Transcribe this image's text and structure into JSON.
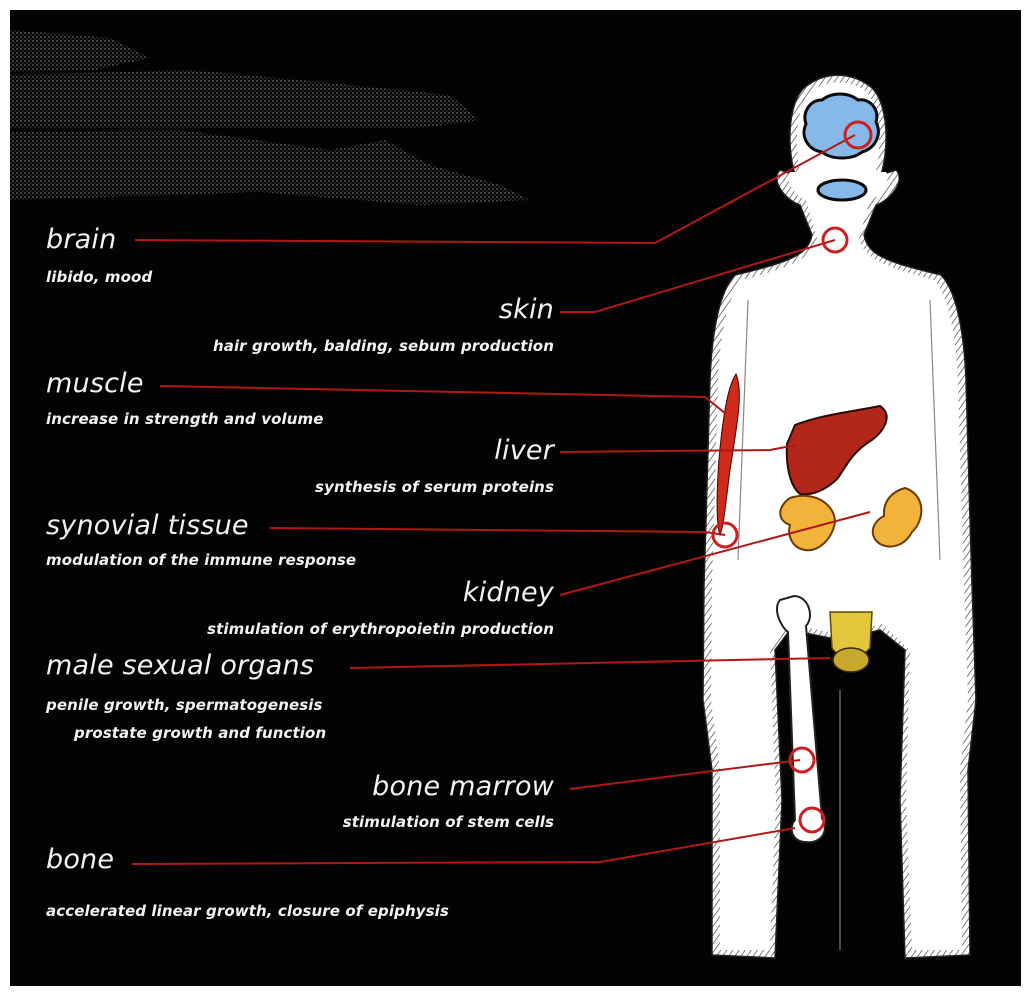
{
  "colors": {
    "background": "#030303",
    "body": "#ffffff",
    "leader_line": "#b01818",
    "callout_ring": "#cc1f1f",
    "brain": "#86b9e8",
    "muscle": "#d02a1a",
    "liver": "#b3261a",
    "kidney": "#f2b33a",
    "genitals": "#e3c63c"
  },
  "labels": [
    {
      "id": "brain",
      "title": "brain",
      "description": [
        "libido, mood"
      ]
    },
    {
      "id": "skin",
      "title": "skin",
      "description": [
        "hair growth, balding, sebum production"
      ]
    },
    {
      "id": "muscle",
      "title": "muscle",
      "description": [
        "increase in strength and volume"
      ]
    },
    {
      "id": "liver",
      "title": "liver",
      "description": [
        "synthesis of serum proteins"
      ]
    },
    {
      "id": "synovial",
      "title": "synovial tissue",
      "description": [
        "modulation of the immune response"
      ]
    },
    {
      "id": "kidney",
      "title": "kidney",
      "description": [
        "stimulation of erythropoietin production"
      ]
    },
    {
      "id": "male",
      "title": "male sexual organs",
      "description": [
        "penile growth, spermatogenesis",
        "prostate growth and function"
      ]
    },
    {
      "id": "marrow",
      "title": "bone marrow",
      "description": [
        "stimulation of stem cells"
      ]
    },
    {
      "id": "bone",
      "title": "bone",
      "description": [
        "accelerated linear growth, closure of epiphysis"
      ]
    }
  ]
}
